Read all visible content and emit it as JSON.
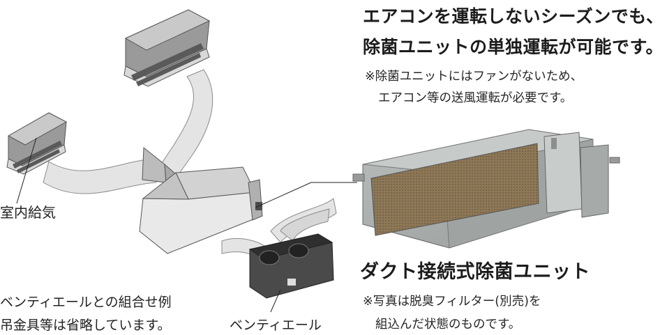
{
  "headline": {
    "line1": "エアコンを運転しないシーズンでも、",
    "line2": "除菌ユニットの単独運転が可能です。"
  },
  "note": {
    "line1": "※除菌ユニットにはファンがないため、",
    "line2": "エアコン等の送風運転が必要です。"
  },
  "product": {
    "title": "ダクト接続式除菌ユニット",
    "photo_note_line1": "※写真は脱臭フィルター(別売)を",
    "photo_note_line2": "組込んだ状態のものです。"
  },
  "diagram": {
    "indoor_label": "室内給気",
    "combo_line1": "ベンティエールとの組合せ例",
    "combo_line2": "吊金具等は省略しています。",
    "venti_label": "ベンティエール"
  },
  "colors": {
    "duct": "#e4e4e4",
    "duct_edge": "#8a8a8a",
    "unit_dark": "#3c3c3c",
    "photo_panel": "#a9aeac",
    "filter": "#8a7556"
  }
}
